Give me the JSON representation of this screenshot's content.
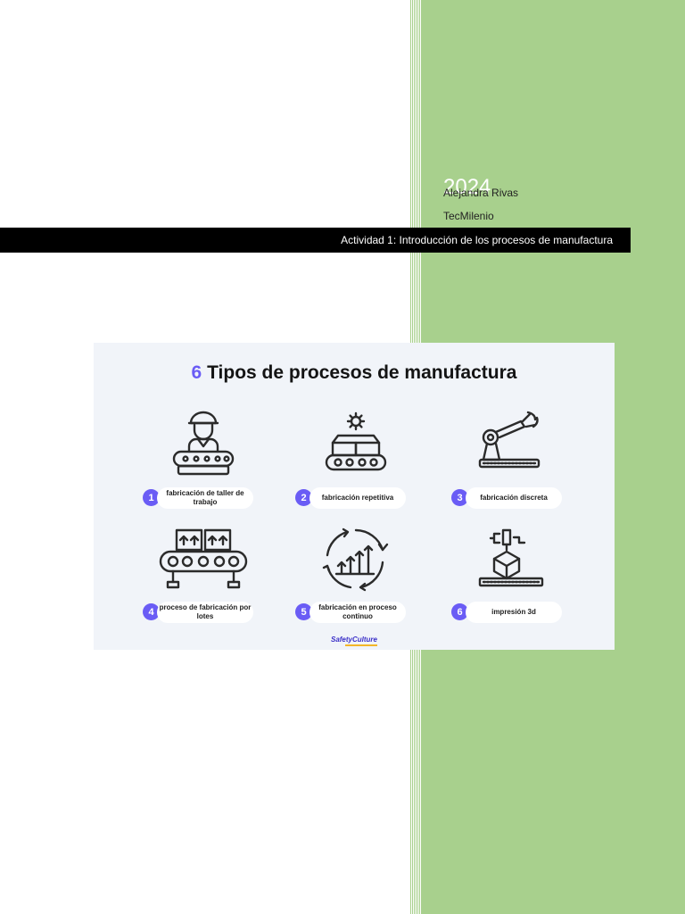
{
  "cover": {
    "year": "2024",
    "author": "Alejandra Rivas",
    "school": "TecMilenio",
    "title": "Actividad 1: Introducción de los procesos de manufactura"
  },
  "infographic": {
    "title_number": "6",
    "title_text": "Tipos de procesos de manufactura",
    "items": [
      {
        "number": "1",
        "label": "fabricación de taller de trabajo",
        "icon": "worker-conveyor-icon"
      },
      {
        "number": "2",
        "label": "fabricación repetitiva",
        "icon": "boxes-conveyor-icon"
      },
      {
        "number": "3",
        "label": "fabricación discreta",
        "icon": "robot-arm-icon"
      },
      {
        "number": "4",
        "label": "proceso de fabricación por lotes",
        "icon": "batch-conveyor-icon"
      },
      {
        "number": "5",
        "label": "fabricación en proceso continuo",
        "icon": "cycle-growth-icon"
      },
      {
        "number": "6",
        "label": "impresión 3d",
        "icon": "3d-printer-icon"
      }
    ],
    "brand": "SafetyCulture"
  },
  "colors": {
    "accent": "#6a5cf5",
    "green_band": "#a8d08d",
    "title_bar": "#000000",
    "icon_stroke": "#2b2b2b"
  }
}
